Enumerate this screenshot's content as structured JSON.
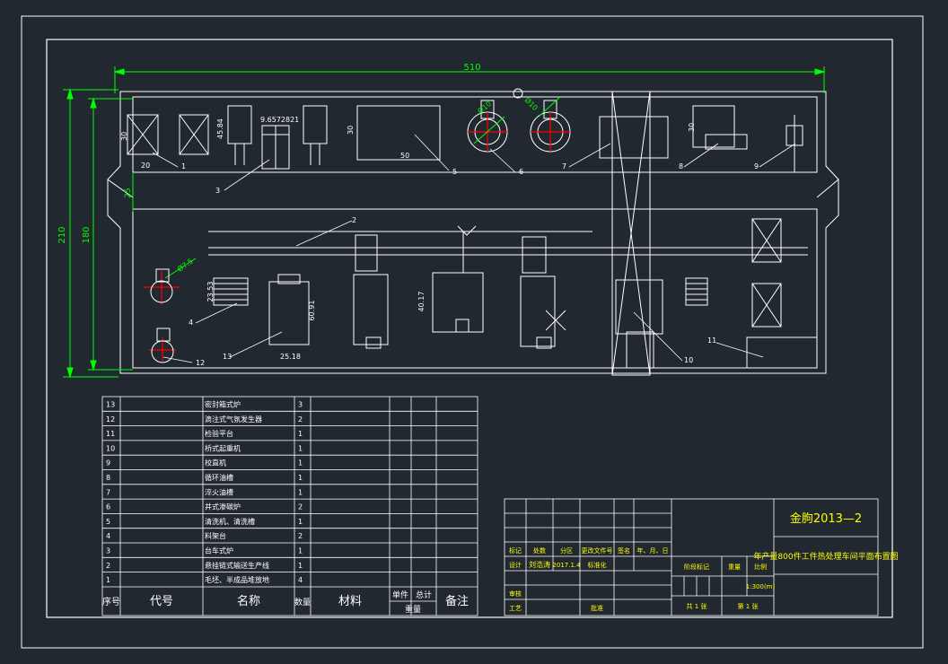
{
  "colors": {
    "background": "#212830",
    "line": "#ffffff",
    "dimension": "#00ff00",
    "marker": "#ff0000",
    "text_yellow": "#ffff00",
    "text_green": "#00ff00"
  },
  "dimensions": {
    "overall_width": "510",
    "overall_height_outer": "210",
    "overall_height_inner": "180",
    "gap": "25",
    "box1_height": "30",
    "box1_width": "20",
    "furnace3_height": "45.84",
    "furnace3_width": "9.6572821",
    "tank5_height": "30",
    "tank5_width": "50",
    "furnace6_dim": "Ø10",
    "furnace6_dim2": "Ø10",
    "machine8_height": "30",
    "gen12_dim": "Ø7.5",
    "machine13_height": "60.91",
    "machine13_width": "25.18",
    "tray4_height": "23.53",
    "unit_height": "40.17"
  },
  "callouts": [
    "1",
    "2",
    "3",
    "4",
    "5",
    "6",
    "7",
    "8",
    "9",
    "10",
    "11",
    "12",
    "13"
  ],
  "bom": {
    "rows": [
      {
        "no": "13",
        "name": "密封箱式炉",
        "qty": "3"
      },
      {
        "no": "12",
        "name": "滴注式气氛发生器",
        "qty": "2"
      },
      {
        "no": "11",
        "name": "检验平台",
        "qty": "1"
      },
      {
        "no": "10",
        "name": "桥式起重机",
        "qty": "1"
      },
      {
        "no": "9",
        "name": "校直机",
        "qty": "1"
      },
      {
        "no": "8",
        "name": "循环油槽",
        "qty": "1"
      },
      {
        "no": "7",
        "name": "淬火油槽",
        "qty": "1"
      },
      {
        "no": "6",
        "name": "井式渗碳炉",
        "qty": "2"
      },
      {
        "no": "5",
        "name": "清洗机、清洗槽",
        "qty": "1"
      },
      {
        "no": "4",
        "name": "料架台",
        "qty": "2"
      },
      {
        "no": "3",
        "name": "台车式炉",
        "qty": "1"
      },
      {
        "no": "2",
        "name": "悬挂链式输送生产线",
        "qty": "1"
      },
      {
        "no": "1",
        "name": "毛坯、半成品堆放地",
        "qty": "4"
      }
    ],
    "header": {
      "no": "序号",
      "code": "代号",
      "name": "名称",
      "qty": "数量",
      "material": "材料",
      "unit": "单件",
      "total": "总计",
      "weight": "重量",
      "remark": "备注"
    }
  },
  "titleblock": {
    "project": "金朐2013—2",
    "drawing_title": "年产量800件工件热处理车间平面布置图",
    "row_labels": [
      "标记",
      "处数",
      "分区",
      "更改文件号",
      "签名",
      "年、月、日"
    ],
    "design_label": "设计",
    "designer": "刘浩涛",
    "date": "2017.1.4",
    "standard_label": "标准化",
    "stage_label": "阶段标记",
    "weight_label": "重量",
    "scale_label": "比例",
    "scale_value": "1:300(m)",
    "review_label": "审核",
    "process_label": "工艺",
    "approve_label": "批准",
    "total_sheets": "共 1 张",
    "sheet_no": "第 1 张"
  }
}
